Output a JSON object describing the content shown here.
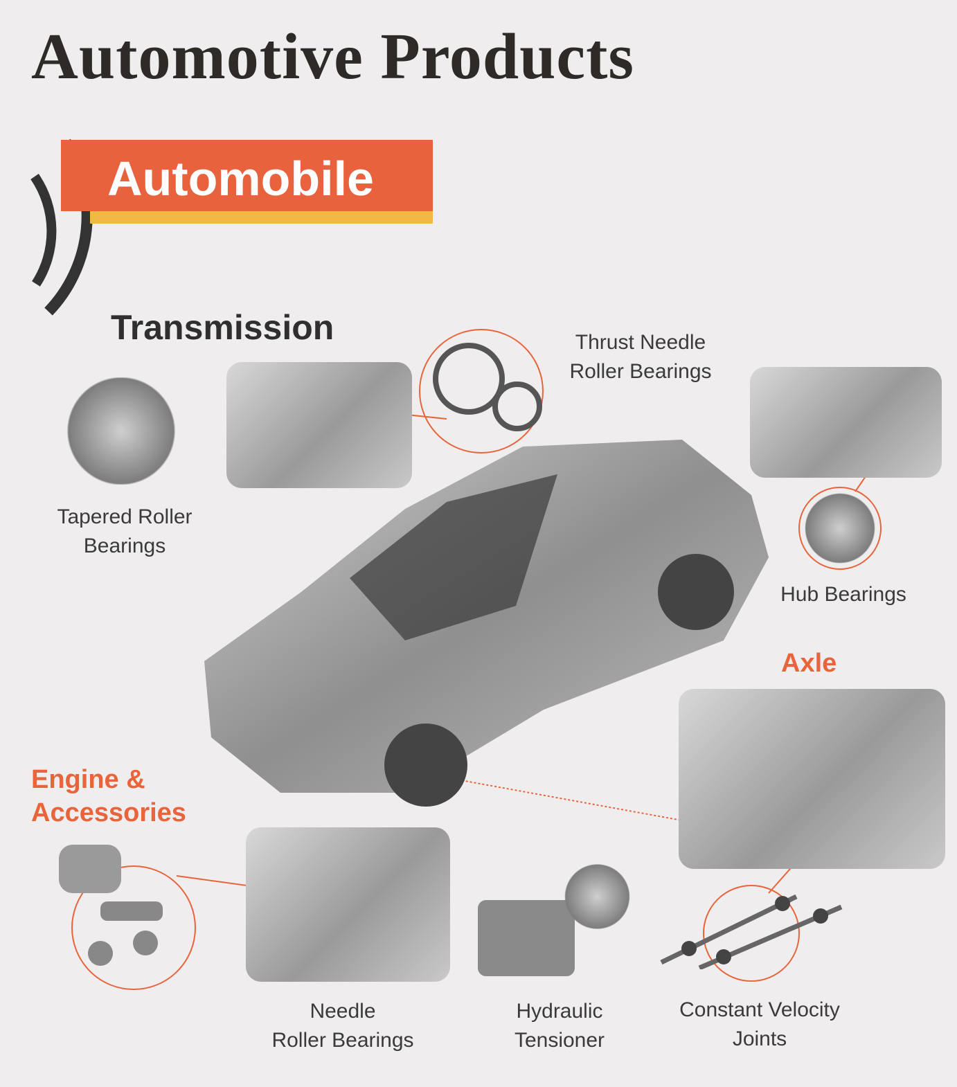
{
  "title": "Automotive Products",
  "banner": "Automobile",
  "sections": {
    "transmission": "Transmission",
    "axle": "Axle",
    "engine_line1": "Engine &",
    "engine_line2": "Accessories"
  },
  "labels": {
    "tapered": [
      "Tapered Roller",
      "Bearings"
    ],
    "thrust": [
      "Thrust Needle",
      "Roller Bearings"
    ],
    "hub": [
      "Hub Bearings"
    ],
    "needle": [
      "Needle",
      "Roller Bearings"
    ],
    "hydraulic": [
      "Hydraulic",
      "Tensioner"
    ],
    "cv": [
      "Constant Velocity",
      "Joints"
    ]
  },
  "colors": {
    "accent": "#e8643a",
    "banner_red": "#e8633d",
    "banner_yellow": "#f2b843",
    "text": "#2d2a28"
  }
}
